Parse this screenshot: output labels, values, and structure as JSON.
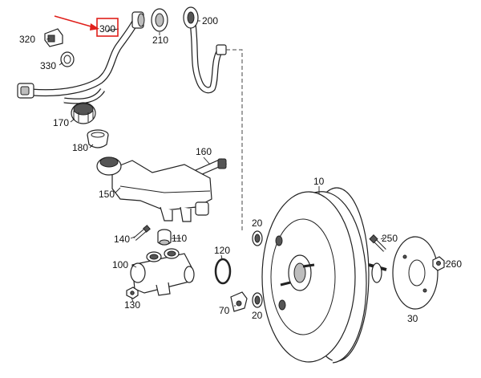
{
  "callouts": [
    {
      "id": "p300",
      "text": "300"
    },
    {
      "id": "p320",
      "text": "320"
    },
    {
      "id": "p330",
      "text": "330"
    },
    {
      "id": "p210",
      "text": "210"
    },
    {
      "id": "p200",
      "text": "200"
    },
    {
      "id": "p170",
      "text": "170"
    },
    {
      "id": "p180",
      "text": "180"
    },
    {
      "id": "p160",
      "text": "160"
    },
    {
      "id": "p150",
      "text": "150"
    },
    {
      "id": "p10",
      "text": "10"
    },
    {
      "id": "p20a",
      "text": "20"
    },
    {
      "id": "p20b",
      "text": "20"
    },
    {
      "id": "p140",
      "text": "140"
    },
    {
      "id": "p110",
      "text": "110"
    },
    {
      "id": "p120",
      "text": "120"
    },
    {
      "id": "p250",
      "text": "250"
    },
    {
      "id": "p260",
      "text": "260"
    },
    {
      "id": "p100",
      "text": "100"
    },
    {
      "id": "p130",
      "text": "130"
    },
    {
      "id": "p70",
      "text": "70"
    },
    {
      "id": "p30",
      "text": "30"
    }
  ],
  "highlight": {
    "target": "300",
    "color": "#e0201b"
  }
}
